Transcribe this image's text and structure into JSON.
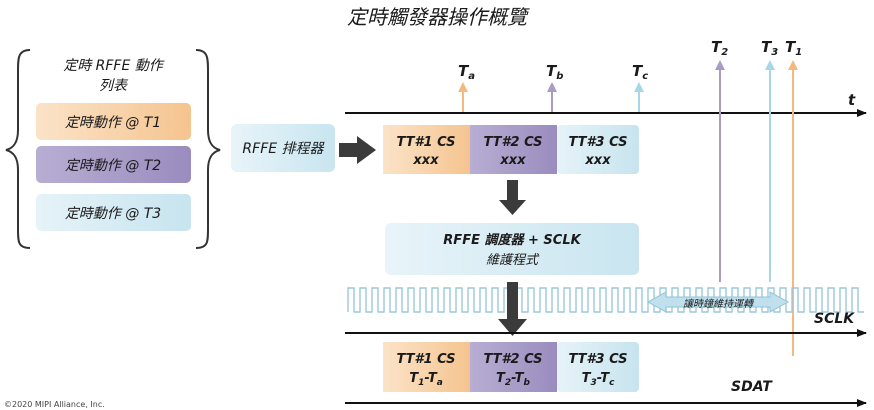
{
  "title": "定時觸發器操作概覽",
  "list_panel": {
    "heading_line1": "定時 RFFE 動作",
    "heading_line2": "列表",
    "items": [
      "定時動作 @ T1",
      "定時動作 @ T2",
      "定時動作 @ T3"
    ]
  },
  "scheduler_label": "RFFE 排程器",
  "time_axis": {
    "label": "t",
    "markers": [
      {
        "main": "T",
        "sub": "a"
      },
      {
        "main": "T",
        "sub": "b"
      },
      {
        "main": "T",
        "sub": "c"
      }
    ],
    "triggers": [
      {
        "main": "T",
        "sub": "2"
      },
      {
        "main": "T",
        "sub": "3"
      },
      {
        "main": "T",
        "sub": "1"
      }
    ]
  },
  "queue_top": [
    {
      "line1": "TT#1 CS",
      "line2": "xxx"
    },
    {
      "line1": "TT#2 CS",
      "line2": "xxx"
    },
    {
      "line1": "TT#3 CS",
      "line2": "xxx"
    }
  ],
  "sequencer": {
    "line1": "RFFE 調度器 + SCLK",
    "line2": "維護程式"
  },
  "clock_note": "讓時鐘維持運轉",
  "sclk_label": "SCLK",
  "queue_bottom": [
    {
      "line1": "TT#1 CS",
      "v1": "T",
      "s1": "1",
      "v2": "T",
      "s2": "a"
    },
    {
      "line1": "TT#2 CS",
      "v1": "T",
      "s1": "2",
      "v2": "T",
      "s2": "b"
    },
    {
      "line1": "TT#3 CS",
      "v1": "T",
      "s1": "3",
      "v2": "T",
      "s2": "c"
    }
  ],
  "sdat_label": "SDAT",
  "copyright": "©2020 MIPI Alliance, Inc.",
  "colors": {
    "orange": "#f7cfa6",
    "purple": "#a99bc6",
    "lightblue": "#d4ebf3",
    "arrow_orange": "#f4b97e",
    "arrow_purple": "#a99bc6",
    "arrow_blue": "#a8d6e6",
    "dark": "#3b3b3b"
  }
}
